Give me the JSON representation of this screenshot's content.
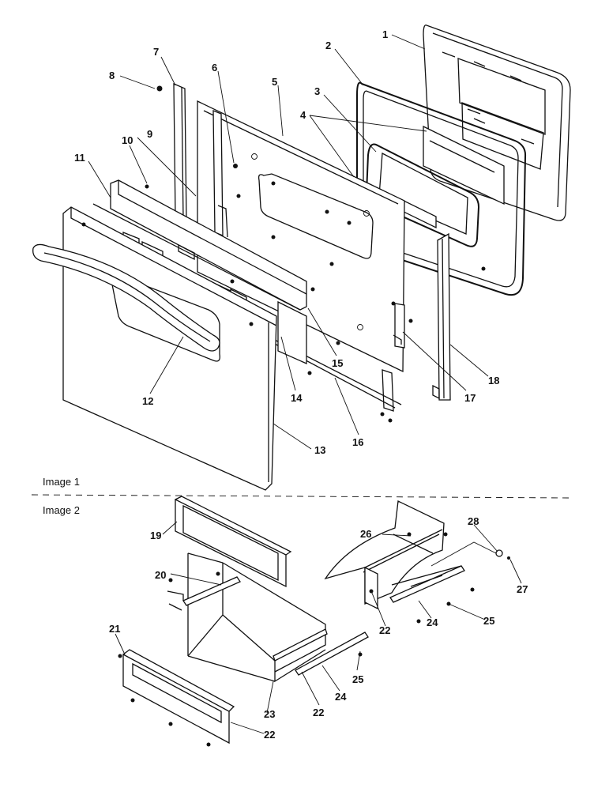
{
  "figure": {
    "section_labels": [
      "Image 1",
      "Image 2"
    ],
    "callouts": [
      "1",
      "2",
      "3",
      "4",
      "5",
      "6",
      "7",
      "8",
      "9",
      "10",
      "11",
      "12",
      "13",
      "14",
      "15",
      "16",
      "17",
      "18",
      "19",
      "20",
      "21",
      "22",
      "23",
      "24",
      "25",
      "26",
      "27",
      "28"
    ]
  }
}
